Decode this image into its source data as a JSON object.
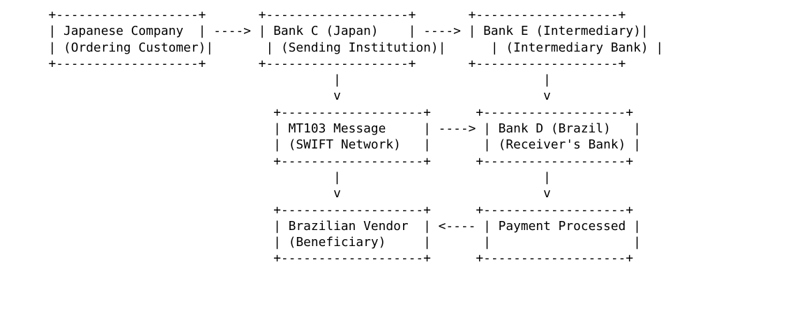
{
  "colors": {
    "background": "#ffffff",
    "text": "#000000"
  },
  "diagram": {
    "type": "ascii-flowchart",
    "subject": "SWIFT MT103 cross-border payment flow",
    "nodes": [
      {
        "id": "japanese-company",
        "label": "Japanese Company",
        "sublabel": "(Ordering Customer)",
        "row": 1,
        "col": 1
      },
      {
        "id": "bank-c",
        "label": "Bank C (Japan)",
        "sublabel": "(Sending Institution)",
        "row": 1,
        "col": 2
      },
      {
        "id": "bank-e",
        "label": "Bank E (Intermediary)",
        "sublabel": "(Intermediary Bank)",
        "row": 1,
        "col": 3
      },
      {
        "id": "mt103",
        "label": "MT103 Message",
        "sublabel": "(SWIFT Network)",
        "row": 2,
        "col": 2
      },
      {
        "id": "bank-d",
        "label": "Bank D (Brazil)",
        "sublabel": "(Receiver's Bank)",
        "row": 2,
        "col": 3
      },
      {
        "id": "brazilian-vendor",
        "label": "Brazilian Vendor",
        "sublabel": "(Beneficiary)",
        "row": 3,
        "col": 2
      },
      {
        "id": "payment-processed",
        "label": "Payment Processed",
        "sublabel": "",
        "row": 3,
        "col": 3
      }
    ],
    "edges": [
      {
        "from": "japanese-company",
        "to": "bank-c",
        "glyph": "---->"
      },
      {
        "from": "bank-c",
        "to": "bank-e",
        "glyph": "---->"
      },
      {
        "from": "bank-c",
        "to": "mt103",
        "glyph": "| v"
      },
      {
        "from": "bank-e",
        "to": "bank-d",
        "glyph": "| v"
      },
      {
        "from": "mt103",
        "to": "bank-d",
        "glyph": "---->"
      },
      {
        "from": "mt103",
        "to": "brazilian-vendor",
        "glyph": "| v"
      },
      {
        "from": "bank-d",
        "to": "payment-processed",
        "glyph": "| v"
      },
      {
        "from": "payment-processed",
        "to": "brazilian-vendor",
        "glyph": "<----"
      }
    ]
  },
  "ascii": {
    "lines": [
      "      +-------------------+       +-------------------+       +-------------------+",
      "      | Japanese Company  | ----> | Bank C (Japan)    | ----> | Bank E (Intermediary)|",
      "      | (Ordering Customer)|       | (Sending Institution)|      | (Intermediary Bank) |",
      "      +-------------------+       +-------------------+       +-------------------+",
      "                                            |                           |",
      "                                            v                           v",
      "                                    +-------------------+      +-------------------+",
      "                                    | MT103 Message     | ----> | Bank D (Brazil)   |",
      "                                    | (SWIFT Network)   |       | (Receiver's Bank) |",
      "                                    +-------------------+      +-------------------+",
      "                                            |                           |",
      "                                            v                           v",
      "                                    +-------------------+      +-------------------+",
      "                                    | Brazilian Vendor  | <---- | Payment Processed |",
      "                                    | (Beneficiary)     |       |                   |",
      "                                    +-------------------+      +-------------------+"
    ]
  }
}
